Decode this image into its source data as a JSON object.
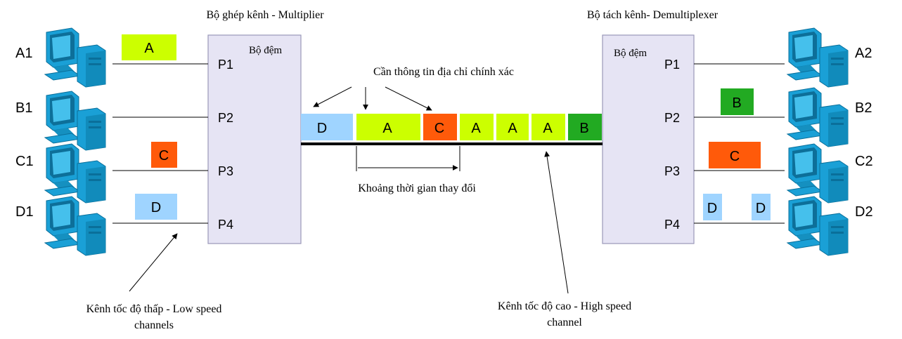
{
  "multiplexer": {
    "title": "Bộ ghép kênh - Multiplier",
    "buffer_label": "Bộ đệm",
    "ports": [
      "P1",
      "P2",
      "P3",
      "P4"
    ]
  },
  "demultiplexer": {
    "title": "Bộ tách kênh- Demultiplexer",
    "buffer_label": "Bộ đệm",
    "ports": [
      "P1",
      "P2",
      "P3",
      "P4"
    ]
  },
  "sources": [
    "A1",
    "B1",
    "C1",
    "D1"
  ],
  "destinations": [
    "A2",
    "B2",
    "C2",
    "D2"
  ],
  "input_packets": [
    {
      "label": "A",
      "color": "#ccff00"
    },
    {
      "label": "C",
      "color": "#ff5a0a"
    },
    {
      "label": "D",
      "color": "#9fd4ff"
    }
  ],
  "stream_packets": [
    {
      "label": "D",
      "color": "#9fd4ff"
    },
    {
      "label": "A",
      "color": "#ccff00"
    },
    {
      "label": "C",
      "color": "#ff5a0a"
    },
    {
      "label": "A",
      "color": "#ccff00"
    },
    {
      "label": "A",
      "color": "#ccff00"
    },
    {
      "label": "A",
      "color": "#ccff00"
    },
    {
      "label": "B",
      "color": "#22aa22"
    }
  ],
  "output_packets": [
    {
      "label": "B",
      "color": "#22aa22"
    },
    {
      "label": "C",
      "color": "#ff5a0a"
    },
    {
      "label": "D",
      "color": "#9fd4ff"
    },
    {
      "label": "D",
      "color": "#9fd4ff"
    }
  ],
  "annotations": {
    "address_needed": "Cần thông tin địa chỉ chính xác",
    "variable_interval": "Khoảng thời gian thay đổi",
    "low_speed_line1": "Kênh tốc độ thấp - Low speed",
    "low_speed_line2": "channels",
    "high_speed_line1": "Kênh tốc độ cao - High speed",
    "high_speed_line2": "channel"
  },
  "colors": {
    "box_fill": "#e6e4f4",
    "box_stroke": "#9a98b8",
    "computer": "#1aa0d6"
  }
}
